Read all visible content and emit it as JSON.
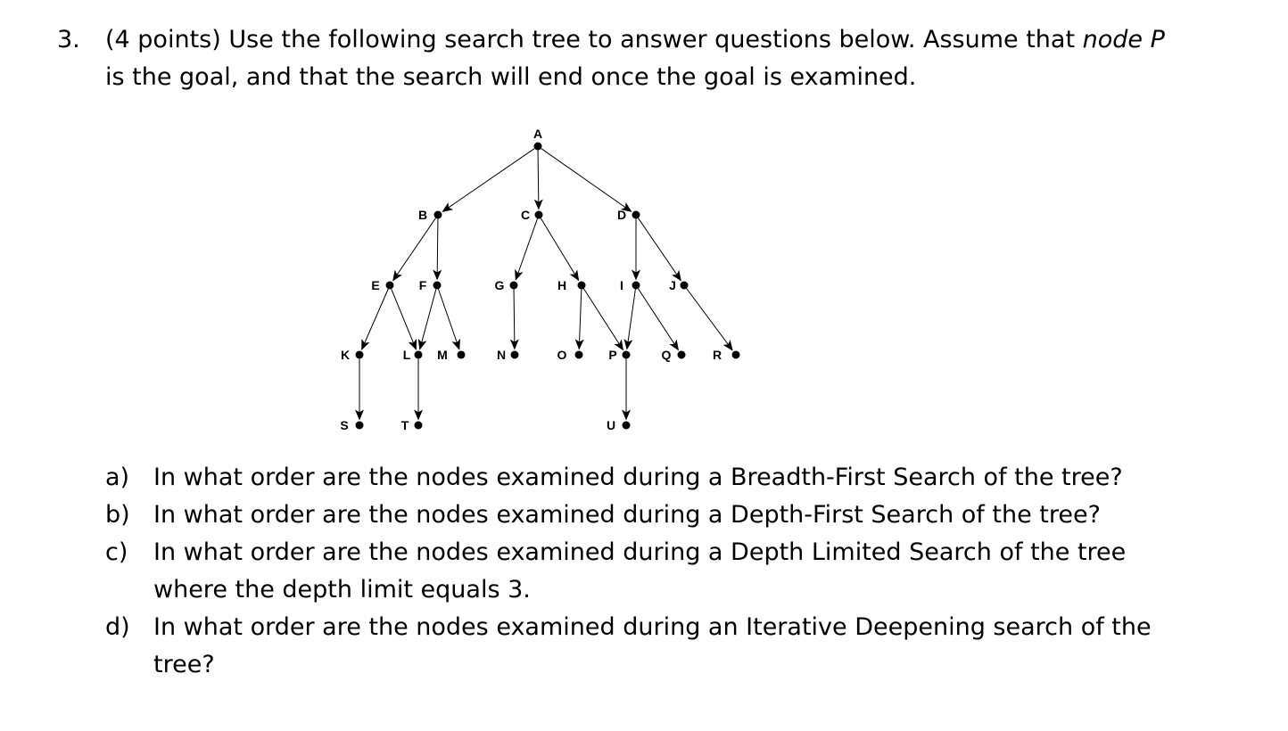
{
  "question": {
    "number": "3.",
    "line1_prefix": "(4 points) Use the following search tree to answer questions below. Assume that ",
    "line1_italic": "node P",
    "line2": "is the goal, and that the search will end once the goal is examined."
  },
  "tree": {
    "nodes": [
      {
        "id": "A",
        "label": "A",
        "parent": null,
        "depth": 0
      },
      {
        "id": "B",
        "label": "B",
        "parent": "A",
        "depth": 1
      },
      {
        "id": "C",
        "label": "C",
        "parent": "A",
        "depth": 1
      },
      {
        "id": "D",
        "label": "D",
        "parent": "A",
        "depth": 1
      },
      {
        "id": "E",
        "label": "E",
        "parent": "B",
        "depth": 2
      },
      {
        "id": "F",
        "label": "F",
        "parent": "B",
        "depth": 2
      },
      {
        "id": "G",
        "label": "G",
        "parent": "C",
        "depth": 2
      },
      {
        "id": "H",
        "label": "H",
        "parent": "C",
        "depth": 2
      },
      {
        "id": "I",
        "label": "I",
        "parent": "D",
        "depth": 2
      },
      {
        "id": "J",
        "label": "J",
        "parent": "D",
        "depth": 2
      },
      {
        "id": "K",
        "label": "K",
        "parent": "E",
        "depth": 3
      },
      {
        "id": "L",
        "label": "L",
        "parent": "E",
        "depth": 3
      },
      {
        "id": "M",
        "label": "M",
        "parent": "F",
        "depth": 3
      },
      {
        "id": "N",
        "label": "N",
        "parent": "G",
        "depth": 3
      },
      {
        "id": "O",
        "label": "O",
        "parent": "H",
        "depth": 3
      },
      {
        "id": "P",
        "label": "P",
        "parent": "H",
        "depth": 3
      },
      {
        "id": "Q",
        "label": "Q",
        "parent": "I",
        "depth": 3
      },
      {
        "id": "R",
        "label": "R",
        "parent": "J",
        "depth": 3
      },
      {
        "id": "S",
        "label": "S",
        "parent": "K",
        "depth": 4
      },
      {
        "id": "T",
        "label": "T",
        "parent": "L",
        "depth": 4
      },
      {
        "id": "U",
        "label": "U",
        "parent": "P",
        "depth": 4
      }
    ],
    "extra_edges": [
      {
        "from": "F",
        "to": "L"
      },
      {
        "from": "I",
        "to": "P"
      }
    ]
  },
  "subquestions": [
    {
      "letter": "a)",
      "lines": [
        "In what order are the nodes examined during a Breadth-First Search of the tree?"
      ]
    },
    {
      "letter": "b)",
      "lines": [
        "In what order are the nodes examined during a Depth-First Search of the tree?"
      ]
    },
    {
      "letter": "c)",
      "lines": [
        "In what order are the nodes examined during a Depth Limited Search of the tree",
        "where the depth limit equals 3."
      ]
    },
    {
      "letter": "d)",
      "lines": [
        "In what order are the nodes examined during an Iterative Deepening search of the",
        "tree?"
      ]
    }
  ]
}
